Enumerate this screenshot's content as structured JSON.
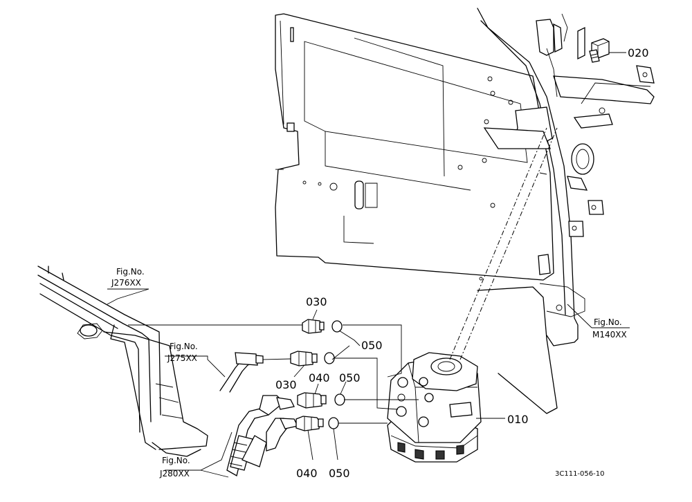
{
  "callouts": {
    "p010": "010",
    "p020": "020",
    "p030a": "030",
    "p030b": "030",
    "p040a": "040",
    "p040b": "040",
    "p050a": "050",
    "p050b": "050",
    "p050c": "050"
  },
  "fig_refs": {
    "j276": {
      "label": "Fig.No.",
      "code": "J276XX"
    },
    "j275": {
      "label": "Fig.No.",
      "code": "J275XX"
    },
    "j280": {
      "label": "Fig.No.",
      "code": "J280XX"
    },
    "m140": {
      "label": "Fig.No.",
      "code": "M140XX"
    }
  },
  "drawing_code": "3C111-056-10"
}
